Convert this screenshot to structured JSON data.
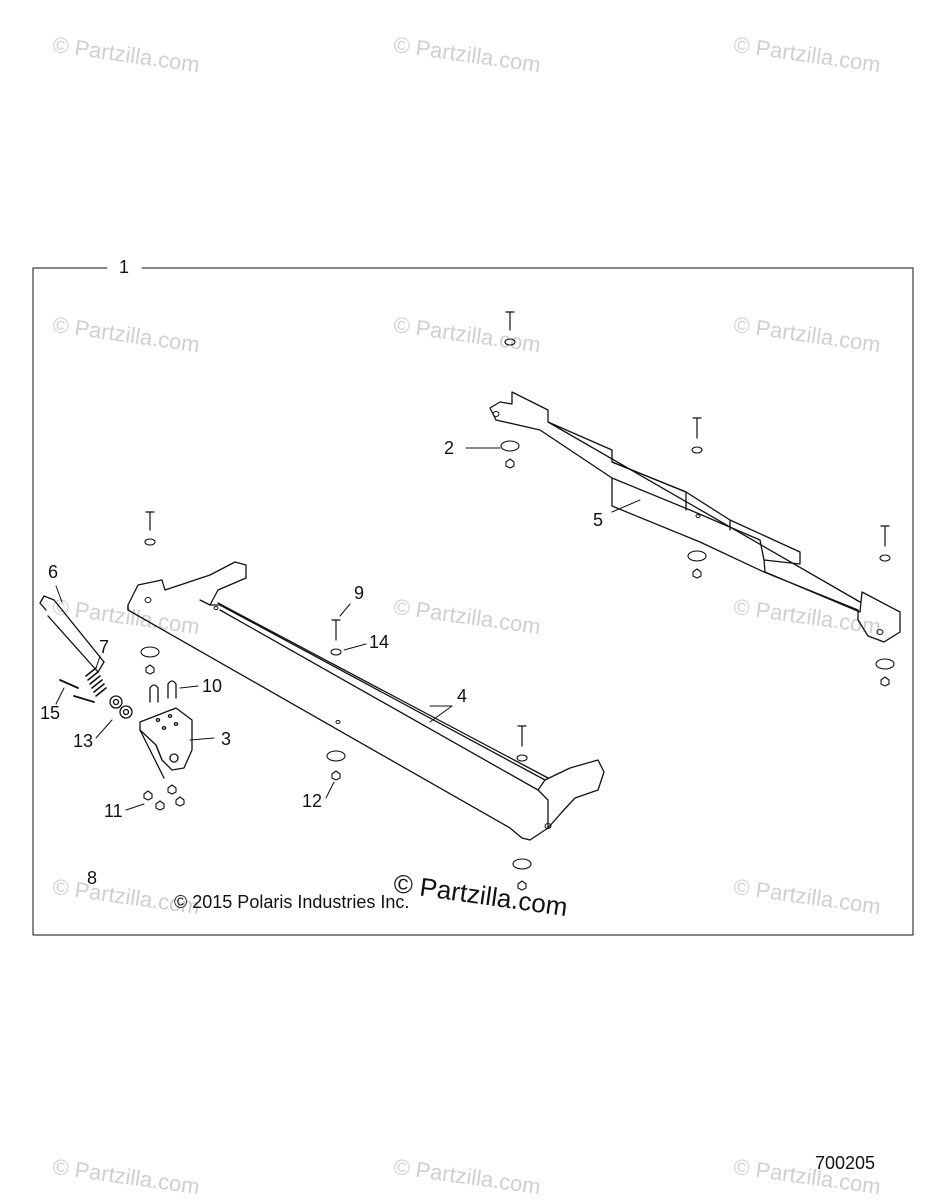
{
  "watermark": {
    "text": "© Partzilla.com"
  },
  "overlay_brand": {
    "text": "© Partzilla.com"
  },
  "copyright": "© 2015 Polaris Industries Inc.",
  "figure_number": "700205",
  "callouts": [
    "1",
    "2",
    "3",
    "4",
    "5",
    "6",
    "7",
    "8",
    "9",
    "10",
    "11",
    "12",
    "13",
    "14",
    "15"
  ],
  "icons": {
    "fastener": "bolt-icon",
    "nut": "nut-icon",
    "washer": "washer-icon"
  }
}
